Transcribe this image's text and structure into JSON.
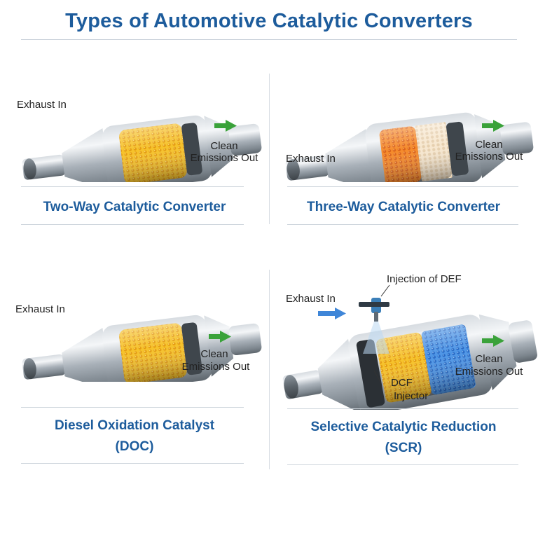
{
  "title": "Types of Automotive Catalytic Converters",
  "colors": {
    "title_blue": "#1d5c9c",
    "honeycomb_yellow": "#f2b820",
    "honeycomb_orange": "#ee7d22",
    "honeycomb_blue": "#3f86d8",
    "arrow_green": "#3aa23a",
    "arrow_blue": "#3f86d8",
    "shell_gray": "#9aa3ab"
  },
  "panels": [
    {
      "name": "Two-Way Catalytic Converter",
      "exhaust_in": "Exhaust In",
      "out_line1": "Clean",
      "out_line2": "Emissions Out"
    },
    {
      "name": "Three-Way Catalytic Converter",
      "exhaust_in": "Exhaust In",
      "out_line1": "Clean",
      "out_line2": "Emissions Out"
    },
    {
      "name_line1": "Diesel Oxidation Catalyst",
      "name_line2": "(DOC)",
      "exhaust_in": "Exhaust In",
      "out_line1": "Clean",
      "out_line2": "Emissions Out"
    },
    {
      "name_line1": "Selective Catalytic Reduction",
      "name_line2": "(SCR)",
      "exhaust_in": "Exhaust In",
      "injection": "Injection of DEF",
      "dcf_line1": "DCF",
      "dcf_line2": "Injector",
      "out_line1": "Clean",
      "out_line2": "Emissions Out"
    }
  ]
}
